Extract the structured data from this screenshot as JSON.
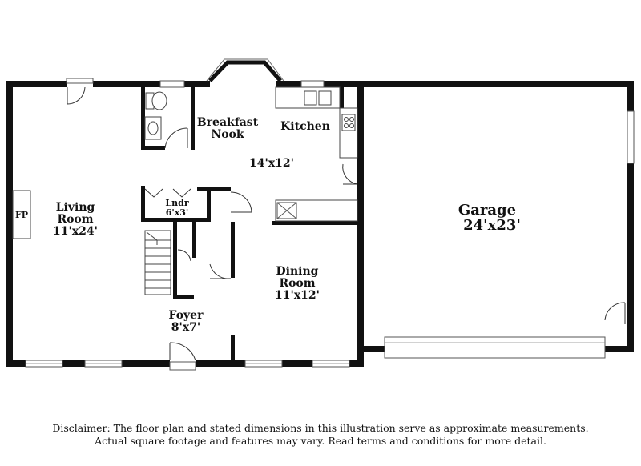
{
  "rooms": {
    "breakfast_nook": {
      "line1": "Breakfast",
      "line2": "Nook"
    },
    "kitchen": {
      "name": "Kitchen",
      "dims": "14'x12'"
    },
    "living_room": {
      "line1": "Living",
      "line2": "Room",
      "dims": "11'x24'"
    },
    "laundry": {
      "name": "Lndr",
      "dims": "6'x3'"
    },
    "garage": {
      "name": "Garage",
      "dims": "24'x23'"
    },
    "dining_room": {
      "line1": "Dining",
      "line2": "Room",
      "dims": "11'x12'"
    },
    "foyer": {
      "name": "Foyer",
      "dims": "8'x7'"
    },
    "fireplace": {
      "label": "FP"
    }
  },
  "disclaimer": {
    "line1": "Disclaimer: The floor plan and stated dimensions in this illustration serve as approximate measurements.",
    "line2": "Actual square footage and features may vary. Read terms and conditions for more detail."
  },
  "colors": {
    "wall": "#111111",
    "background": "#ffffff"
  }
}
